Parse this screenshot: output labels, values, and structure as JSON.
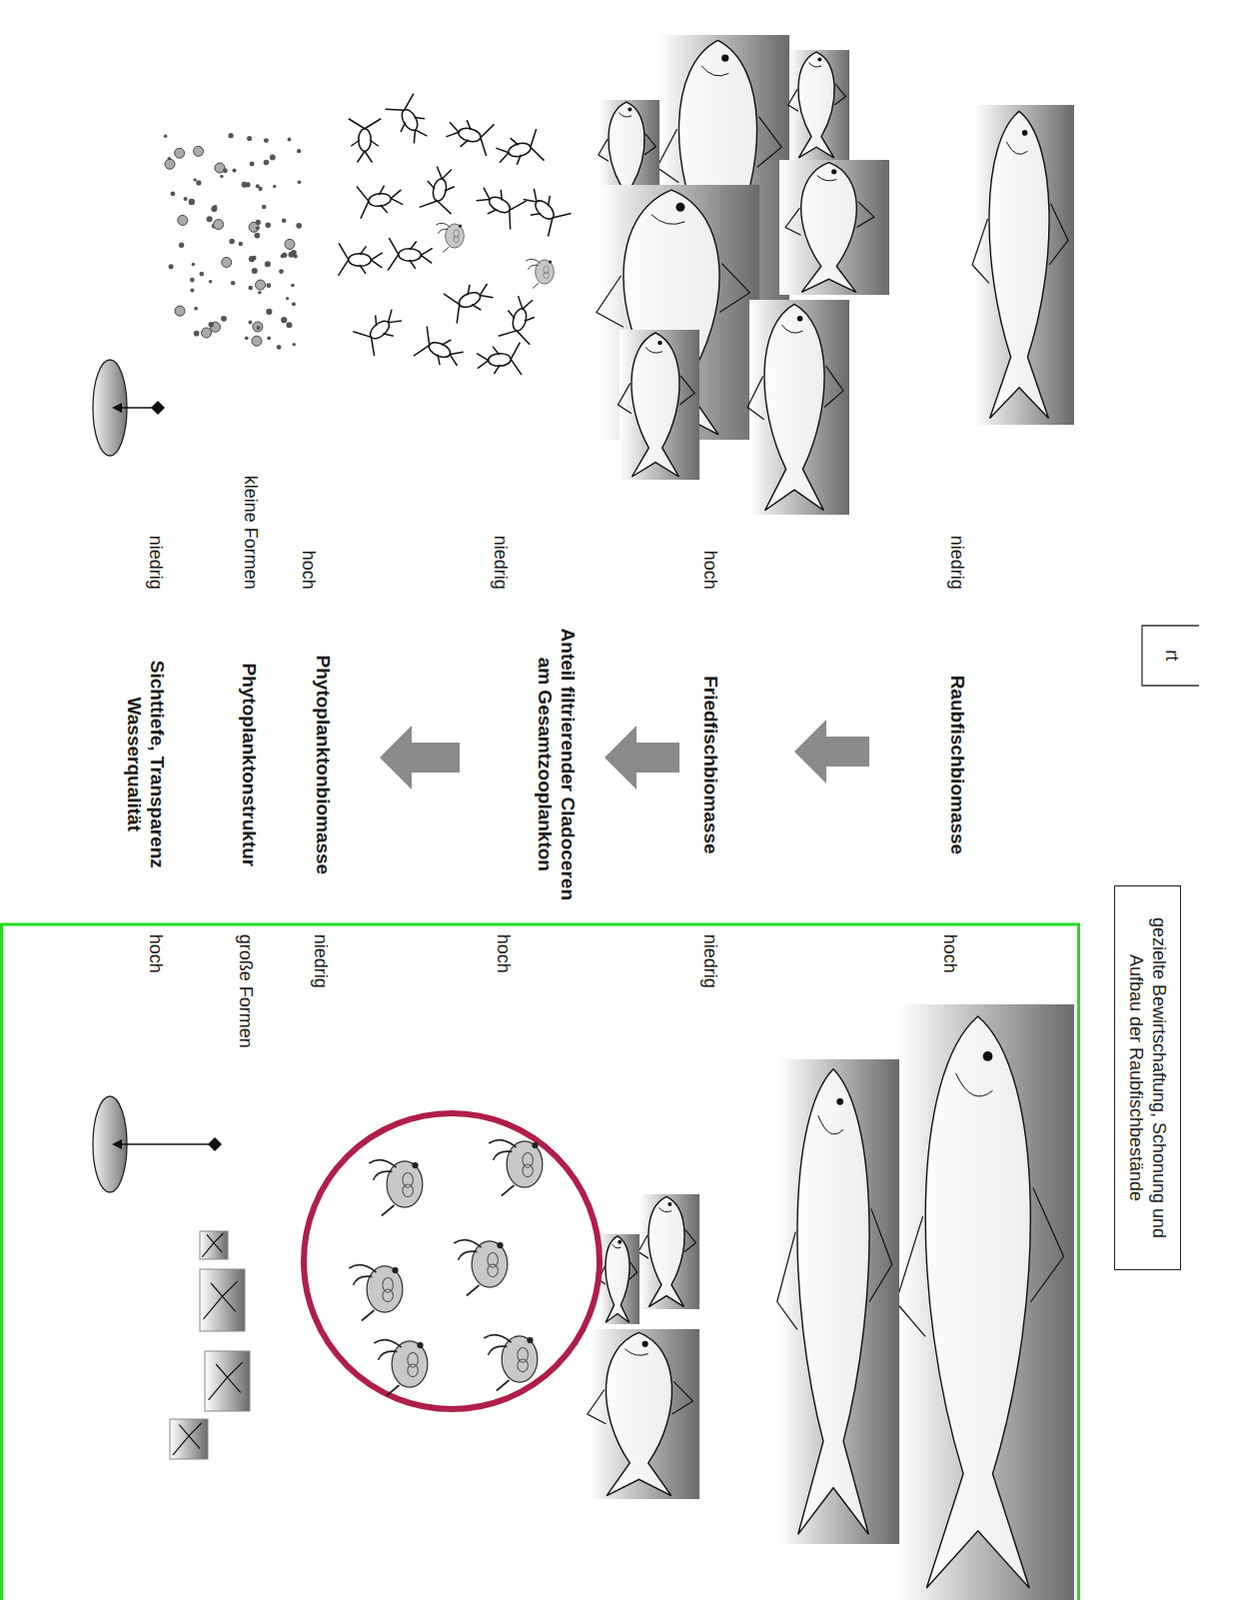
{
  "diagram": {
    "nodes": [
      {
        "text": [
          "gezielte Bewirtschaftung, Schonung und Aufbau der Raubfischbestände"
        ]
      }
    ],
    "labels": [
      "rt",
      "niedrig",
      "Raubfischbiomasse",
      "hoch",
      "hoch",
      "Friedfischbiomasse",
      "niedrig",
      "niedrig",
      "Anteil filtrierender Cladoceren am Gesamtzooplankton",
      "hoch",
      "hoch",
      "Phytoplanktonbiomasse",
      "niedrig",
      "kleine Formen",
      "Phytoplanktonstruktur",
      "große Formen",
      "niedrig",
      "Sichttiefe, Transparenz Wasserqualität",
      "hoch"
    ]
  }
}
